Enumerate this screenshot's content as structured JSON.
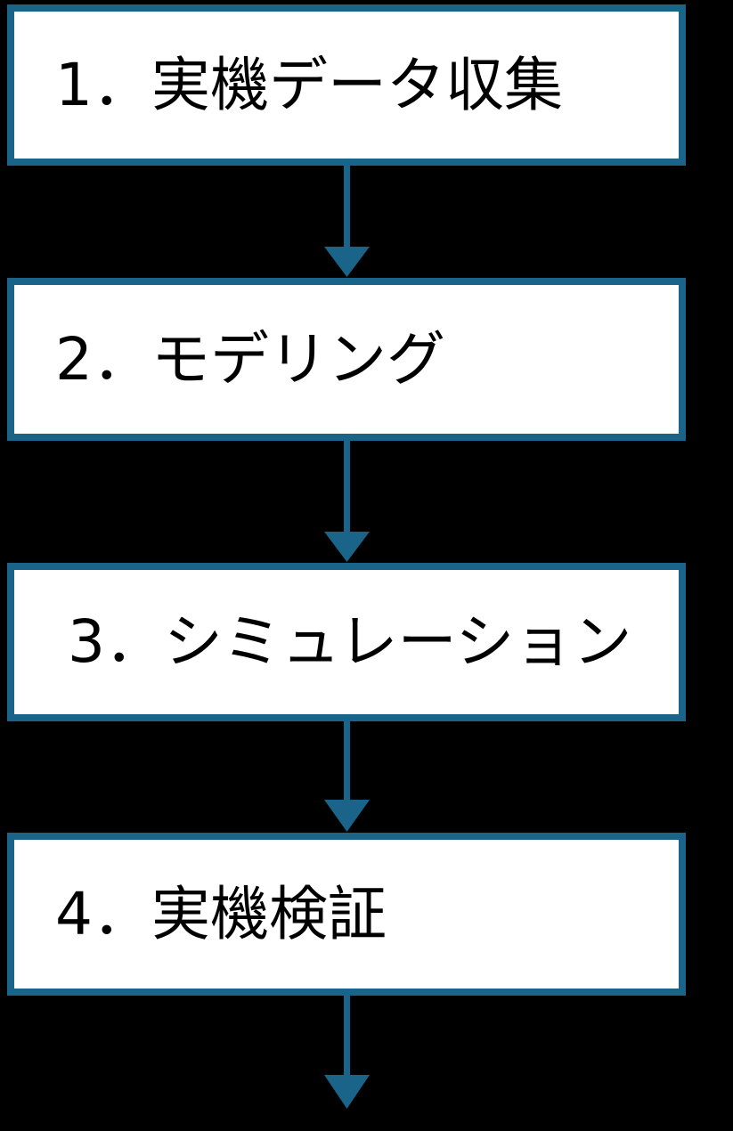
{
  "diagram": {
    "type": "flowchart",
    "orientation": "vertical",
    "background_color": "#000000",
    "node_fill_color": "#FFFFFF",
    "node_border_color": "#1A6489",
    "connector_color": "#1A6489",
    "text_color": "#000000",
    "title": "",
    "nodes": [
      {
        "id": "node-1",
        "index": "1",
        "label": "1．実機データ収集"
      },
      {
        "id": "node-2",
        "index": "2",
        "label": "2．モデリング"
      },
      {
        "id": "node-3",
        "index": "3",
        "label": "3．シミュレーション"
      },
      {
        "id": "node-4",
        "index": "4",
        "label": "4．実機検証"
      }
    ],
    "connectors": [
      {
        "id": "arrow-1-2",
        "from": "node-1",
        "to": "node-2",
        "direction": "down"
      },
      {
        "id": "arrow-2-3",
        "from": "node-2",
        "to": "node-3",
        "direction": "down"
      },
      {
        "id": "arrow-3-4",
        "from": "node-3",
        "to": "node-4",
        "direction": "down"
      },
      {
        "id": "arrow-4-out",
        "from": "node-4",
        "to": "",
        "direction": "down"
      }
    ]
  }
}
